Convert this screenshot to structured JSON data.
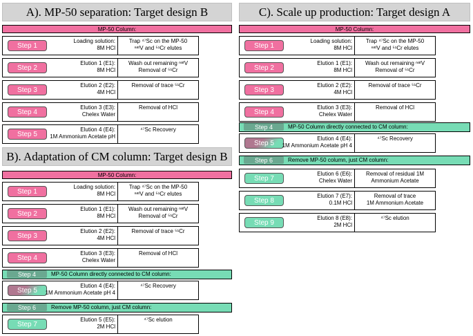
{
  "panels": {
    "A": {
      "title": "A). MP-50 separation: Target design B",
      "column_label": "MP-50 Column:",
      "rows": [
        {
          "step": "Step 1",
          "cond_l1": "Loading solution:",
          "cond_l2": "8M HCl",
          "desc_l1": "Trap ⁴⁷Sc on the MP-50",
          "desc_l2": "ⁿᵃᵗV and ⁵¹Cr elutes"
        },
        {
          "step": "Step 2",
          "cond_l1": "Elution 1 (E1):",
          "cond_l2": "8M HCl",
          "desc_l1": "Wash out remaining ⁿᵃᵗV",
          "desc_l2": "Removal of ⁵¹Cr"
        },
        {
          "step": "Step 3",
          "cond_l1": "Elution 2 (E2):",
          "cond_l2": "4M HCl",
          "desc_l1": "Removal of trace ⁵¹Cr",
          "desc_l2": ""
        },
        {
          "step": "Step 4",
          "cond_l1": "Elution 3 (E3):",
          "cond_l2": "Chelex Water",
          "desc_l1": "Removal of HCl",
          "desc_l2": ""
        },
        {
          "step": "Step 5",
          "cond_l1": "Elution 4 (E4):",
          "cond_l2": "1M Ammonium Acetate pH",
          "desc_l1": "⁴⁷Sc Recovery",
          "desc_l2": ""
        }
      ]
    },
    "B": {
      "title": "B). Adaptation of CM column: Target design B",
      "column_label": "MP-50 Column:",
      "rows_top": [
        {
          "step": "Step 1",
          "cond_l1": "Loading solution:",
          "cond_l2": "8M HCl",
          "desc_l1": "Trap ⁴⁷Sc on the MP-50",
          "desc_l2": "ⁿᵃᵗV and ⁵¹Cr elutes"
        },
        {
          "step": "Step 2",
          "cond_l1": "Elution 1 (E1):",
          "cond_l2": "8M HCl",
          "desc_l1": "Wash out remaining ⁿᵃᵗV",
          "desc_l2": "Removal of ⁵¹Cr"
        },
        {
          "step": "Step 3",
          "cond_l1": "Elution 2 (E2):",
          "cond_l2": "4M HCl",
          "desc_l1": "Removal of trace ⁵¹Cr",
          "desc_l2": ""
        },
        {
          "step": "Step 4",
          "cond_l1": "Elution 3 (E3):",
          "cond_l2": "Chelex Water",
          "desc_l1": "Removal of HCl",
          "desc_l2": ""
        }
      ],
      "connect_step": "Step 4",
      "connect_text": "MP-50 Column directly connected to CM column:",
      "row5": {
        "step": "Step 5",
        "cond_l1": "Elution 4 (E4):",
        "cond_l2": "1M Ammonium Acetate pH 4",
        "desc_l1": "⁴⁷Sc Recovery",
        "desc_l2": ""
      },
      "remove_step": "Step 6",
      "remove_text": "Remove MP-50 column, just CM column:",
      "row7": {
        "step": "Step 7",
        "cond_l1": "Elution 5 (E5):",
        "cond_l2": "2M HCl",
        "desc_l1": "⁴⁷Sc elution",
        "desc_l2": ""
      }
    },
    "C": {
      "title": "C). Scale up production: Target design A",
      "column_label": "MP-50 Column:",
      "rows_top": [
        {
          "step": "Step 1",
          "cond_l1": "Loading solution:",
          "cond_l2": "8M HCl",
          "desc_l1": "Trap ⁴⁷Sc on the MP-50",
          "desc_l2": "ⁿᵃᵗV and ⁵¹Cr elutes"
        },
        {
          "step": "Step 2",
          "cond_l1": "Elution 1 (E1):",
          "cond_l2": "8M HCl",
          "desc_l1": "Wash out remaining ⁿᵃᵗV",
          "desc_l2": "Removal of ⁵¹Cr"
        },
        {
          "step": "Step 3",
          "cond_l1": "Elution 2 (E2):",
          "cond_l2": "4M HCl",
          "desc_l1": "Removal of trace ⁵¹Cr",
          "desc_l2": ""
        },
        {
          "step": "Step 4",
          "cond_l1": "Elution 3 (E3):",
          "cond_l2": "Chelex Water",
          "desc_l1": "Removal of HCl",
          "desc_l2": ""
        }
      ],
      "connect_step": "Step 4",
      "connect_text": "MP-50 Column directly connected to CM column:",
      "row5": {
        "step": "Step 5",
        "cond_l1": "Elution 4 (E4):",
        "cond_l2": "1M Ammonium Acetate pH 4",
        "desc_l1": "⁴⁷Sc Recovery",
        "desc_l2": ""
      },
      "remove_step": "Step 6",
      "remove_text": "Remove MP-50 column, just CM column:",
      "rows_bottom": [
        {
          "step": "Step 7",
          "cond_l1": "Elution 6 (E6):",
          "cond_l2": "Chelex Water",
          "desc_l1": "Removal of residual 1M",
          "desc_l2": "Ammonium Acetate"
        },
        {
          "step": "Step 8",
          "cond_l1": "Elution 7 (E7):",
          "cond_l2": "0.1M HCl",
          "desc_l1": "Removal of trace",
          "desc_l2": "1M Ammonium Acetate"
        },
        {
          "step": "Step 9",
          "cond_l1": "Elution 8 (E8):",
          "cond_l2": "2M HCl",
          "desc_l1": "⁴⁷Sc elution",
          "desc_l2": ""
        }
      ]
    }
  },
  "colors": {
    "pink": "#f070a0",
    "green": "#77dcb5",
    "title_bg": "#d4d4d4"
  }
}
